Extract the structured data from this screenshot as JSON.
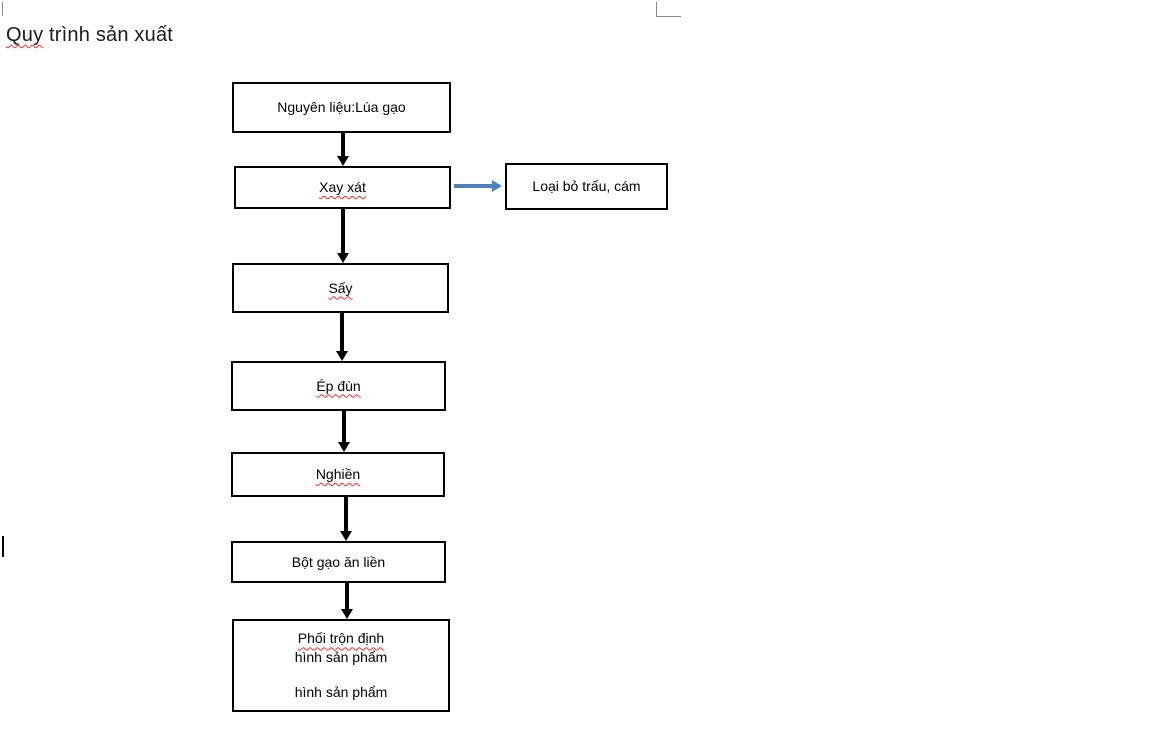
{
  "document": {
    "title": {
      "misspelled_word": "Quy",
      "rest": " trình sản xuất"
    }
  },
  "flowchart": {
    "boxes": [
      {
        "label": "Nguyên liệu:Lúa gạo"
      },
      {
        "label": "Xay xát"
      },
      {
        "label": "Sấy"
      },
      {
        "label": "Ép đùn"
      },
      {
        "label": "Nghiền"
      },
      {
        "label": "Bột gạo ăn liền"
      },
      {
        "line1": "Phối trộn định",
        "line2": "hình sản phẩm",
        "line3": "hình sản phẩm"
      }
    ],
    "side_box": {
      "label": "Loại bỏ trấu, cám"
    },
    "colors": {
      "box_border": "#000000",
      "arrow": "#000000",
      "side_arrow": "#4f81bd",
      "spellcheck_underline": "#ff2a2a"
    }
  }
}
